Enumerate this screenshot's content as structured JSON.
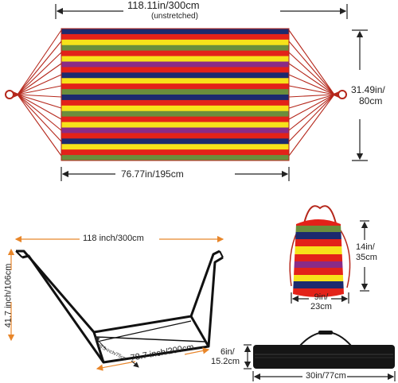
{
  "hammock": {
    "length_label": "118.11in/300cm",
    "length_note": "(unstretched)",
    "width_label_line1": "31.49in/",
    "width_label_line2": "80cm",
    "bed_length_label": "76.77in/195cm",
    "stripe_colors": [
      "#1c2a6e",
      "#e32219",
      "#f7e21a",
      "#6b8e3c",
      "#e32219",
      "#f7e21a",
      "#8a2b86",
      "#e32219",
      "#1c2a6e",
      "#f7e21a",
      "#e32219",
      "#6b8e3c"
    ]
  },
  "stand": {
    "length_label": "118 inch/300cm",
    "height_label": "41.7 inch/106cm",
    "base_label": "78.7 inch/200cm",
    "inner_label": "29.5 inch/75cm"
  },
  "bag": {
    "height_label_line1": "14in/",
    "height_label_line2": "35cm",
    "width_label_line1": "9in/",
    "width_label_line2": "23cm"
  },
  "case": {
    "height_label_line1": "6in/",
    "height_label_line2": "15.2cm",
    "length_label": "30in/77cm"
  },
  "colors": {
    "rope": "#b5271b",
    "frame": "#111111",
    "arrow": "#222222",
    "orange_arrow": "#e8862a",
    "case": "#151515"
  }
}
